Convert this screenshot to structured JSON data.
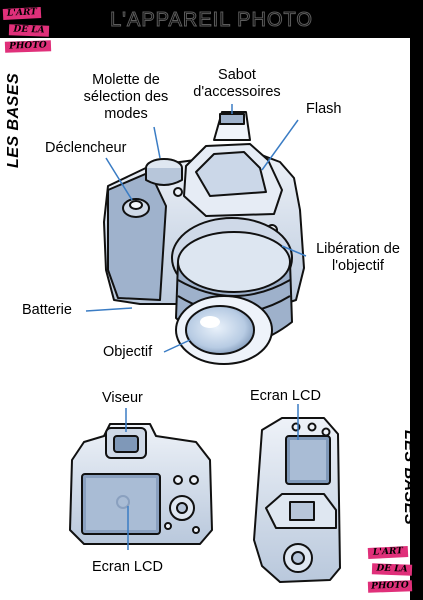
{
  "header": {
    "title": "L'APPAREIL PHOTO"
  },
  "logo": {
    "line1": "L'ART",
    "line2": "DE LA",
    "line3": "PHOTO"
  },
  "side": {
    "left": "LES BASES",
    "right": "LES BASES"
  },
  "labels": {
    "mode_dial": [
      "Molette de",
      "sélection des",
      "modes"
    ],
    "hot_shoe": [
      "Sabot",
      "d'accessoires"
    ],
    "flash": "Flash",
    "shutter": "Déclencheur",
    "lens_release": [
      "Libération de",
      "l'objectif"
    ],
    "battery": "Batterie",
    "lens": "Objectif",
    "viewfinder": "Viseur",
    "lcd_top": "Ecran LCD",
    "lcd_bottom": "Ecran LCD"
  },
  "colors": {
    "accent": "#e0307a",
    "camera_body": "#d7e1ee",
    "camera_shade": "#8fa4c2",
    "leader_line": "#3a7cc4"
  }
}
